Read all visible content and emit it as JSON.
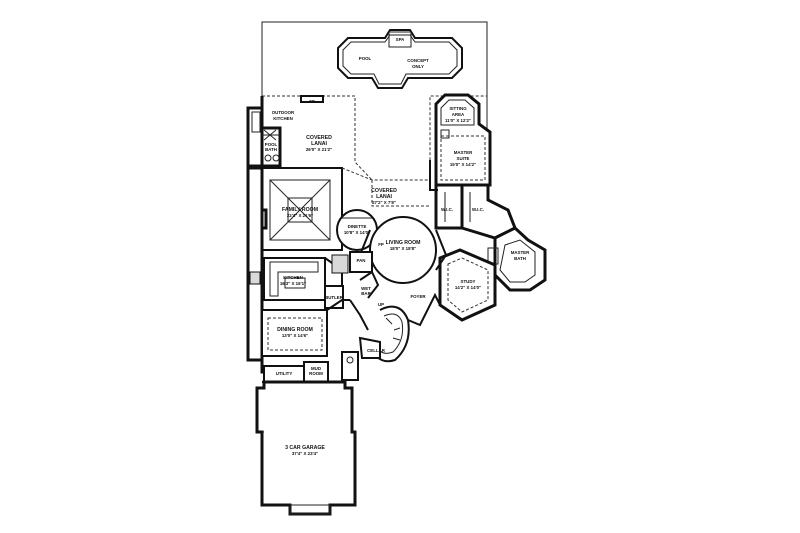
{
  "rooms": {
    "spa": "SPA",
    "pool": "POOL",
    "concept_1": "CONCEPT",
    "concept_2": "ONLY",
    "outdoor_kitchen_1": "OUTDOOR",
    "outdoor_kitchen_2": "KITCHEN",
    "pool_bath_1": "POOL",
    "pool_bath_2": "BATH",
    "covered_lanai_left_1": "COVERED",
    "covered_lanai_left_2": "LANAI",
    "covered_lanai_left_dim": "26'0\" X 21'2\"",
    "sitting_area_1": "SITTING",
    "sitting_area_2": "AREA",
    "sitting_area_dim": "11'0\" X 12'2\"",
    "master_suite_1": "MASTER",
    "master_suite_2": "SUITE",
    "master_suite_dim": "15'0\" X 14'2\"",
    "covered_lanai_right_1": "COVERED",
    "covered_lanai_right_2": "LANAI",
    "covered_lanai_right_dim": "27'2\" X 7'8\"",
    "family_room": "FAMILY ROOM",
    "family_room_dim": "22'4\" X 21'6\"",
    "dinette": "DINETTE",
    "dinette_dim": "10'8\" X 14'0\"",
    "wic_1": "W.I.C.",
    "wic_2": "W.I.C.",
    "living_room": "LIVING ROOM",
    "living_room_dim": "18'0\" X 18'8\"",
    "fp_1": "FP",
    "fp_2": "FP",
    "master_bath_1": "MASTER",
    "master_bath_2": "BATH",
    "kitchen": "KITCHEN",
    "kitchen_dim": "16'3\" X 16'1\"",
    "pantry": "PAN",
    "butler": "BUTLER",
    "wet_bar_1": "WET",
    "wet_bar_2": "BAR",
    "study": "STUDY",
    "study_dim": "14'2\" X 14'0\"",
    "foyer": "FOYER",
    "up": "UP",
    "dining_room": "DINING ROOM",
    "dining_room_dim": "13'0\" X 14'6\"",
    "cellar": "CELLAR",
    "utility": "UTILITY",
    "mud_room_1": "MUD",
    "mud_room_2": "ROOM",
    "garage": "3 CAR GARAGE",
    "garage_dim": "37'4\" X 23'4\""
  }
}
